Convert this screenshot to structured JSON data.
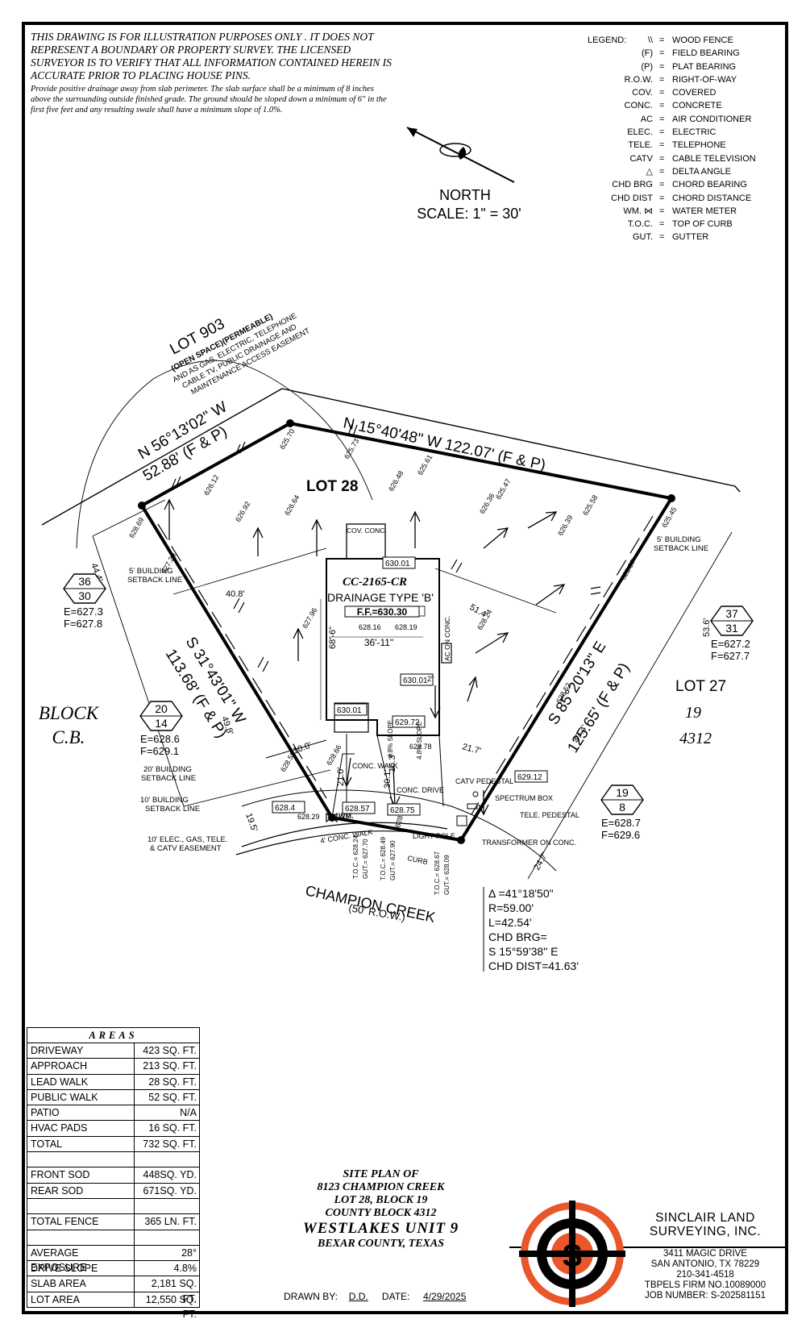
{
  "notice": {
    "caps": "THIS DRAWING IS FOR ILLUSTRATION PURPOSES ONLY . IT DOES NOT REPRESENT A BOUNDARY OR PROPERTY SURVEY. THE LICENSED SURVEYOR IS TO VERIFY THAT ALL INFORMATION CONTAINED HEREIN IS ACCURATE PRIOR TO PLACING HOUSE PINS.",
    "drainage": "Provide positive drainage away from slab perimeter. The slab surface shall be a minimum of 8 inches above the surrounding outside finished grade. The ground should be sloped down a minimum of 6\" in the first five feet and any resulting swale shall have a minimum slope of 1.0%."
  },
  "legend": {
    "title": "LEGEND:",
    "items": [
      {
        "abbr": "\\\\",
        "desc": "WOOD FENCE"
      },
      {
        "abbr": "(F)",
        "desc": "FIELD BEARING"
      },
      {
        "abbr": "(P)",
        "desc": "PLAT BEARING"
      },
      {
        "abbr": "R.O.W.",
        "desc": "RIGHT-OF-WAY"
      },
      {
        "abbr": "COV.",
        "desc": "COVERED"
      },
      {
        "abbr": "CONC.",
        "desc": "CONCRETE"
      },
      {
        "abbr": "AC",
        "desc": "AIR CONDITIONER"
      },
      {
        "abbr": "ELEC.",
        "desc": "ELECTRIC"
      },
      {
        "abbr": "TELE.",
        "desc": "TELEPHONE"
      },
      {
        "abbr": "CATV",
        "desc": "CABLE TELEVISION"
      },
      {
        "abbr": "△",
        "desc": "DELTA ANGLE"
      },
      {
        "abbr": "CHD BRG",
        "desc": "CHORD BEARING"
      },
      {
        "abbr": "CHD DIST",
        "desc": "CHORD DISTANCE"
      },
      {
        "abbr": "WM. ⋈",
        "desc": "WATER METER"
      },
      {
        "abbr": "T.O.C.",
        "desc": "TOP OF CURB"
      },
      {
        "abbr": "GUT.",
        "desc": "GUTTER"
      }
    ]
  },
  "north": {
    "label": "NORTH",
    "scale": "SCALE: 1\" = 30'"
  },
  "plan": {
    "lot_903": "LOT 903",
    "lot_903_sub": "(OPEN SPACE)(PERMEABLE)",
    "lot_903_easement": [
      "AND AS GAS, ELECTRIC, TELEPHONE",
      "CABLE TV, PUBLIC DRAINAGE AND",
      "MAINTENANCE ACCESS EASEMENT"
    ],
    "lot_28": "LOT 28",
    "lot_27": "LOT 27",
    "lot_27_block": "19",
    "lot_27_county": "4312",
    "block_cb_1": "BLOCK",
    "block_cb_2": "C.B.",
    "north_bearing": "N 15°40'48\" W 122.07' (F & P)",
    "nw_bearing": "N 56°13'02\" W",
    "nw_dist": "52.88' (F & P)",
    "west_bearing": "S 31°43'01\" W",
    "west_dist": "113.68' (F & P)",
    "east_bearing": "S 85°20'13\" E",
    "east_dist": "125.65' (F & P)",
    "street": "CHAMPION CREEK",
    "street_row": "(50' R.O.W.)",
    "plan_code": "CC-2165-CR",
    "drainage_type": "DRAINAGE TYPE 'B'",
    "ff": "F.F.=630.30",
    "house_width": "36'-11\"",
    "house_depth": "68'-6\"",
    "spot_elev": [
      "628.69",
      "626.12",
      "626.92",
      "625.70",
      "626.64",
      "625.73",
      "626.48",
      "625.61",
      "626.36",
      "625.47",
      "626.39",
      "625.58",
      "625.45",
      "627.29",
      "627.96",
      "628.16",
      "628.19",
      "628.24",
      "628.87",
      "628.52",
      "628.66",
      "628.59",
      "628.29",
      "628.78",
      "628.64"
    ],
    "boxed_elev": [
      "630.01",
      "630.01",
      "630.01",
      "629.72",
      "629.12",
      "628.57",
      "628.75",
      "628.4"
    ],
    "setback_5_left": [
      "5' BUILDING",
      "SETBACK LINE"
    ],
    "setback_5_right": [
      "5' BUILDING",
      "SETBACK LINE"
    ],
    "setback_20": [
      "20' BUILDING",
      "SETBACK LINE"
    ],
    "setback_10": [
      "10' BUILDING",
      "SETBACK LINE"
    ],
    "easement_10": [
      "10' ELEC., GAS, TELE.",
      "& CATV EASEMENT"
    ],
    "dims": [
      "44.4'",
      "40.8'",
      "51.4'",
      "53.6'",
      "49.8'",
      "19.5'",
      "21.0'",
      "21.7'",
      "30.1'",
      "47.4'",
      "24.7'",
      "10.0'",
      "16.3'"
    ],
    "labels": {
      "cov_conc": "COV. CONC.",
      "ac_on_conc": "AC ON CONC.",
      "conc_walk": "CONC. WALK",
      "conc_drive": "CONC. DRIVE",
      "catv_pedestal": "CATV PEDESTAL",
      "spectrum_box": "SPECTRUM BOX",
      "tele_pedestal": "TELE. PEDESTAL",
      "transformer": "TRANSFORMER ON CONC.",
      "light_pole": "LIGHT POLE",
      "wm": "WM.",
      "conc_walk_4": "4' CONC. WALK",
      "curb": "CURB",
      "slope_1": "4.8% SLOPE",
      "slope_2": "4.8% SLOPE",
      "toc_1": "T.O.C.= 628.24",
      "gut_1": "GUT.= 627.70",
      "toc_2": "T.O.C.= 628.49",
      "gut_2": "GUT.= 627.90",
      "toc_3": "T.O.C.= 628.67",
      "gut_3": "GUT.= 628.09",
      "slope_small": "2\""
    },
    "lot_markers": [
      {
        "top": "36",
        "bottom": "30",
        "e": "E=627.3",
        "f": "F=627.8"
      },
      {
        "top": "37",
        "bottom": "31",
        "e": "E=627.2",
        "f": "F=627.7"
      },
      {
        "top": "20",
        "bottom": "14",
        "e": "E=628.6",
        "f": "F=629.1"
      },
      {
        "top": "19",
        "bottom": "8",
        "e": "E=628.7",
        "f": "F=629.6"
      }
    ],
    "curve": [
      "Δ =41°18'50\"",
      "R=59.00'",
      "L=42.54'",
      "CHD BRG=",
      "S 15°59'38\" E",
      "CHD DIST=41.63'"
    ]
  },
  "areas": {
    "title": "AREAS",
    "rows": [
      {
        "k": "DRIVEWAY",
        "v": "423 SQ. FT."
      },
      {
        "k": "APPROACH",
        "v": "213 SQ. FT."
      },
      {
        "k": "LEAD WALK",
        "v": "28 SQ. FT."
      },
      {
        "k": "PUBLIC WALK",
        "v": "52 SQ. FT."
      },
      {
        "k": "PATIO",
        "v": "N/A"
      },
      {
        "k": "HVAC PADS",
        "v": "16 SQ. FT."
      },
      {
        "k": "TOTAL",
        "v": "732 SQ. FT."
      },
      {
        "k": "",
        "v": ""
      },
      {
        "k": "FRONT SOD",
        "v": "448SQ. YD."
      },
      {
        "k": "REAR SOD",
        "v": "671SQ. YD."
      },
      {
        "k": "",
        "v": ""
      },
      {
        "k": "TOTAL FENCE",
        "v": "365 LN. FT."
      },
      {
        "k": "",
        "v": ""
      },
      {
        "k": "AVERAGE EXPOSURE",
        "v": "28°"
      },
      {
        "k": "DRIVE SLOPE",
        "v": "4.8%"
      },
      {
        "k": "SLAB AREA",
        "v": "2,181 SQ. FT."
      },
      {
        "k": "LOT AREA",
        "v": "12,550 SQ. FT."
      }
    ]
  },
  "title_block": {
    "line1": "SITE PLAN OF",
    "line2": "8123 CHAMPION CREEK",
    "line3": "LOT 28, BLOCK 19",
    "line4": "COUNTY BLOCK 4312",
    "line5": "WESTLAKES UNIT 9",
    "line6": "BEXAR COUNTY, TEXAS"
  },
  "drawn": {
    "drawn_label": "DRAWN BY:",
    "drawn_value": "D.D.",
    "date_label": "DATE:",
    "date_value": "4/29/2025"
  },
  "firm": {
    "name1": "SINCLAIR LAND",
    "name2": "SURVEYING, INC.",
    "addr1": "3411 MAGIC DRIVE",
    "addr2": "SAN ANTONIO, TX 78229",
    "phone": "210-341-4518",
    "tbpels": "TBPELS FIRM NO.10089000",
    "job": "JOB NUMBER: S-202581151",
    "logo_letter": "S",
    "logo_color": "#e8562a"
  }
}
